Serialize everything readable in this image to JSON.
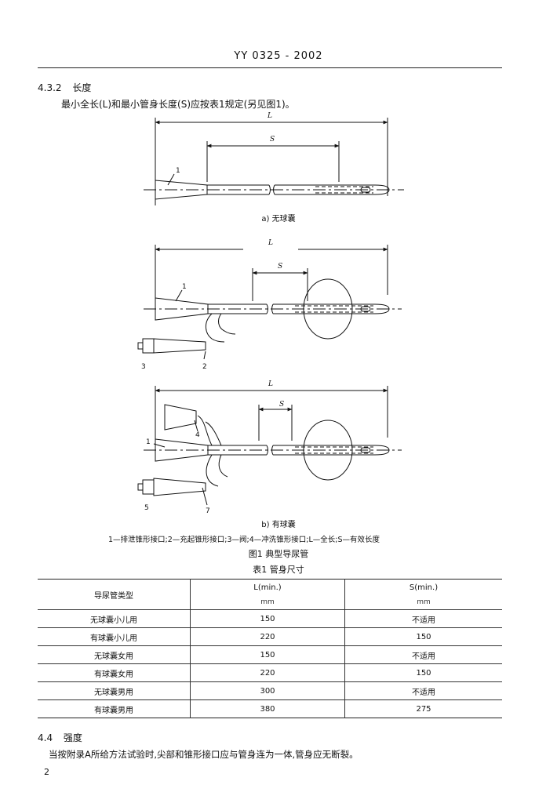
{
  "header": {
    "standard_code": "YY 0325 - 2002"
  },
  "section_4_3_2": {
    "number": "4.3.2",
    "title": "长度",
    "text": "最小全长(L)和最小管身长度(S)应按表1规定(另见图1)。"
  },
  "figure": {
    "dim_L": "L",
    "dim_S": "S",
    "callouts": {
      "c1": "1",
      "c2": "2",
      "c3": "3",
      "c4": "4",
      "c5": "5",
      "c7": "7"
    },
    "caption_a": "a) 无球囊",
    "caption_b": "b) 有球囊",
    "legend": "1—排泄锥形接口;2—充起锥形接口;3—阀;4—冲洗锥形接口;L—全长;S—有效长度",
    "title": "图1  典型导尿管"
  },
  "table": {
    "title": "表1  管身尺寸",
    "headers": {
      "type": "导尿管类型",
      "L": "L(min.)",
      "S": "S(min.)"
    },
    "units": {
      "L": "mm",
      "S": "mm"
    },
    "rows": [
      {
        "type": "无球囊小儿用",
        "L": "150",
        "S": "不适用"
      },
      {
        "type": "有球囊小儿用",
        "L": "220",
        "S": "150"
      },
      {
        "type": "无球囊女用",
        "L": "150",
        "S": "不适用"
      },
      {
        "type": "有球囊女用",
        "L": "220",
        "S": "150"
      },
      {
        "type": "无球囊男用",
        "L": "300",
        "S": "不适用"
      },
      {
        "type": "有球囊男用",
        "L": "380",
        "S": "275"
      }
    ]
  },
  "section_4_4": {
    "number": "4.4",
    "title": "强度",
    "text": "当按附录A所给方法试验时,尖部和锥形接口应与管身连为一体,管身应无断裂。"
  },
  "page_number": "2"
}
